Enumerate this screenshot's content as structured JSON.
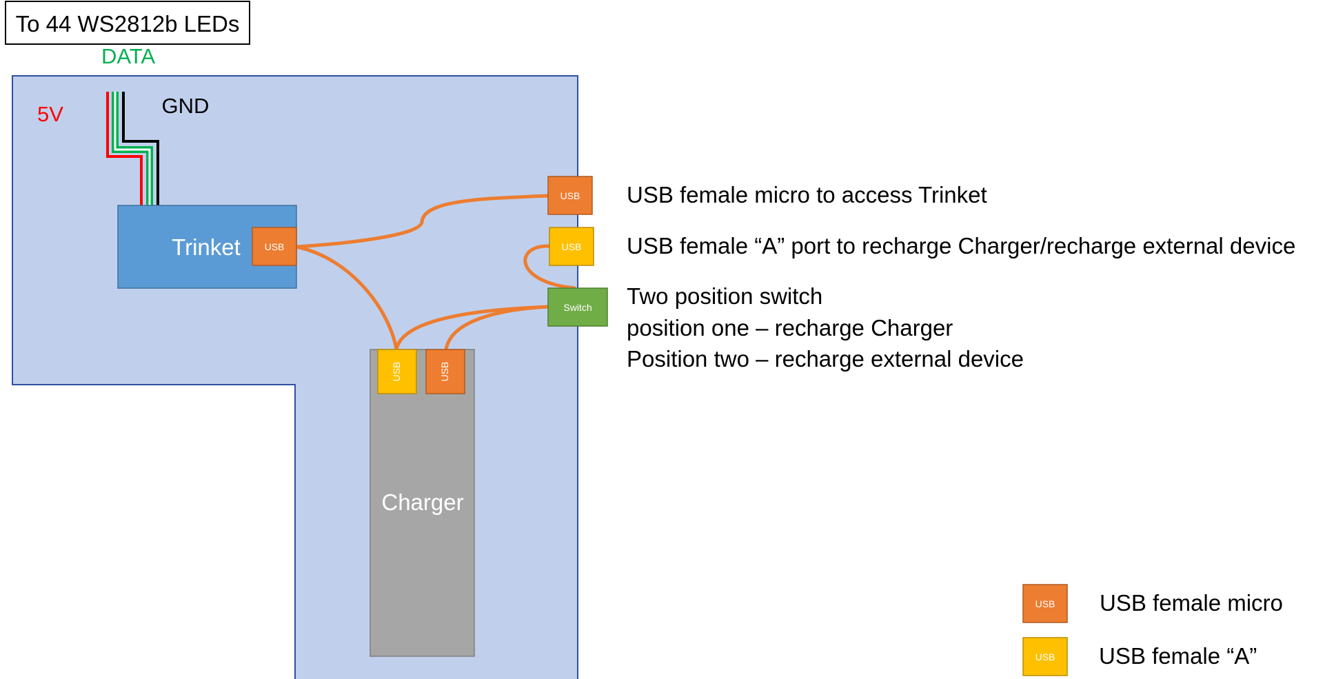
{
  "header_label": "To 44 WS2812b LEDs",
  "wires": {
    "data": "DATA",
    "v5": "5V",
    "gnd": "GND"
  },
  "components": {
    "trinket": "Trinket",
    "charger": "Charger",
    "usb": "USB",
    "switch": "Switch"
  },
  "annotations": {
    "usb_micro_port": "USB female micro to access Trinket",
    "usb_a_port": "USB female “A” port to recharge Charger/recharge external device",
    "switch_line1": "Two position switch",
    "switch_line2": "position one – recharge Charger",
    "switch_line3": "Position two – recharge external device"
  },
  "legend": {
    "micro_badge": "USB",
    "micro_label": "USB female micro",
    "a_badge": "USB",
    "a_label": "USB female “A”"
  },
  "colors": {
    "enclosure_fill": "#c0d0ec",
    "enclosure_stroke": "#2f4fa0",
    "trinket": "#5b9bd5",
    "charger": "#a6a6a6",
    "usb_micro": "#ed7d31",
    "usb_a": "#ffc000",
    "switch": "#70ad47",
    "cable": "#ed7d31",
    "wire_5v": "#ff0000",
    "wire_data": "#00b050",
    "wire_gnd": "#000000"
  }
}
